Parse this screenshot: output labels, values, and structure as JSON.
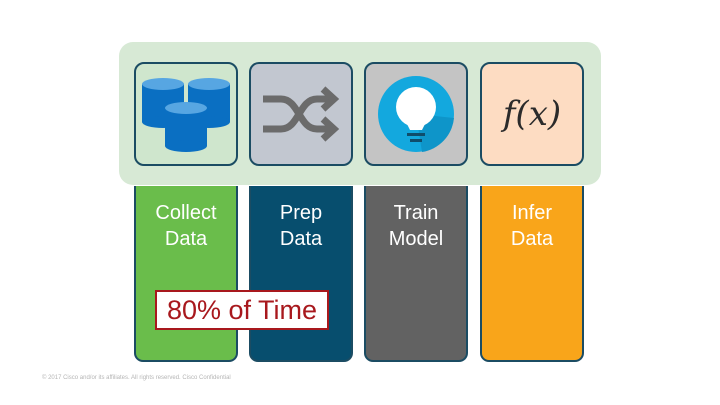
{
  "stages": [
    {
      "id": "collect",
      "lines": [
        "Collect",
        "Data"
      ],
      "icon": "database-icon",
      "tile_color": "#cfe6cd",
      "column_color": "#6abd4b"
    },
    {
      "id": "prep",
      "lines": [
        "Prep",
        "Data"
      ],
      "icon": "shuffle-icon",
      "tile_color": "#c2c7d0",
      "column_color": "#074e6e"
    },
    {
      "id": "train",
      "lines": [
        "Train",
        "Model"
      ],
      "icon": "lightbulb-icon",
      "tile_color": "#c4c4c4",
      "column_color": "#626262"
    },
    {
      "id": "infer",
      "lines": [
        "Infer",
        "Data"
      ],
      "icon": "function-icon",
      "tile_color": "#fddcc2",
      "column_color": "#f9a51a"
    }
  ],
  "function_label": "f(x)",
  "callout": {
    "text": "80% of Time",
    "color": "#a8181d"
  },
  "footer": "© 2017  Cisco and/or its affiliates. All rights reserved.   Cisco Confidential"
}
